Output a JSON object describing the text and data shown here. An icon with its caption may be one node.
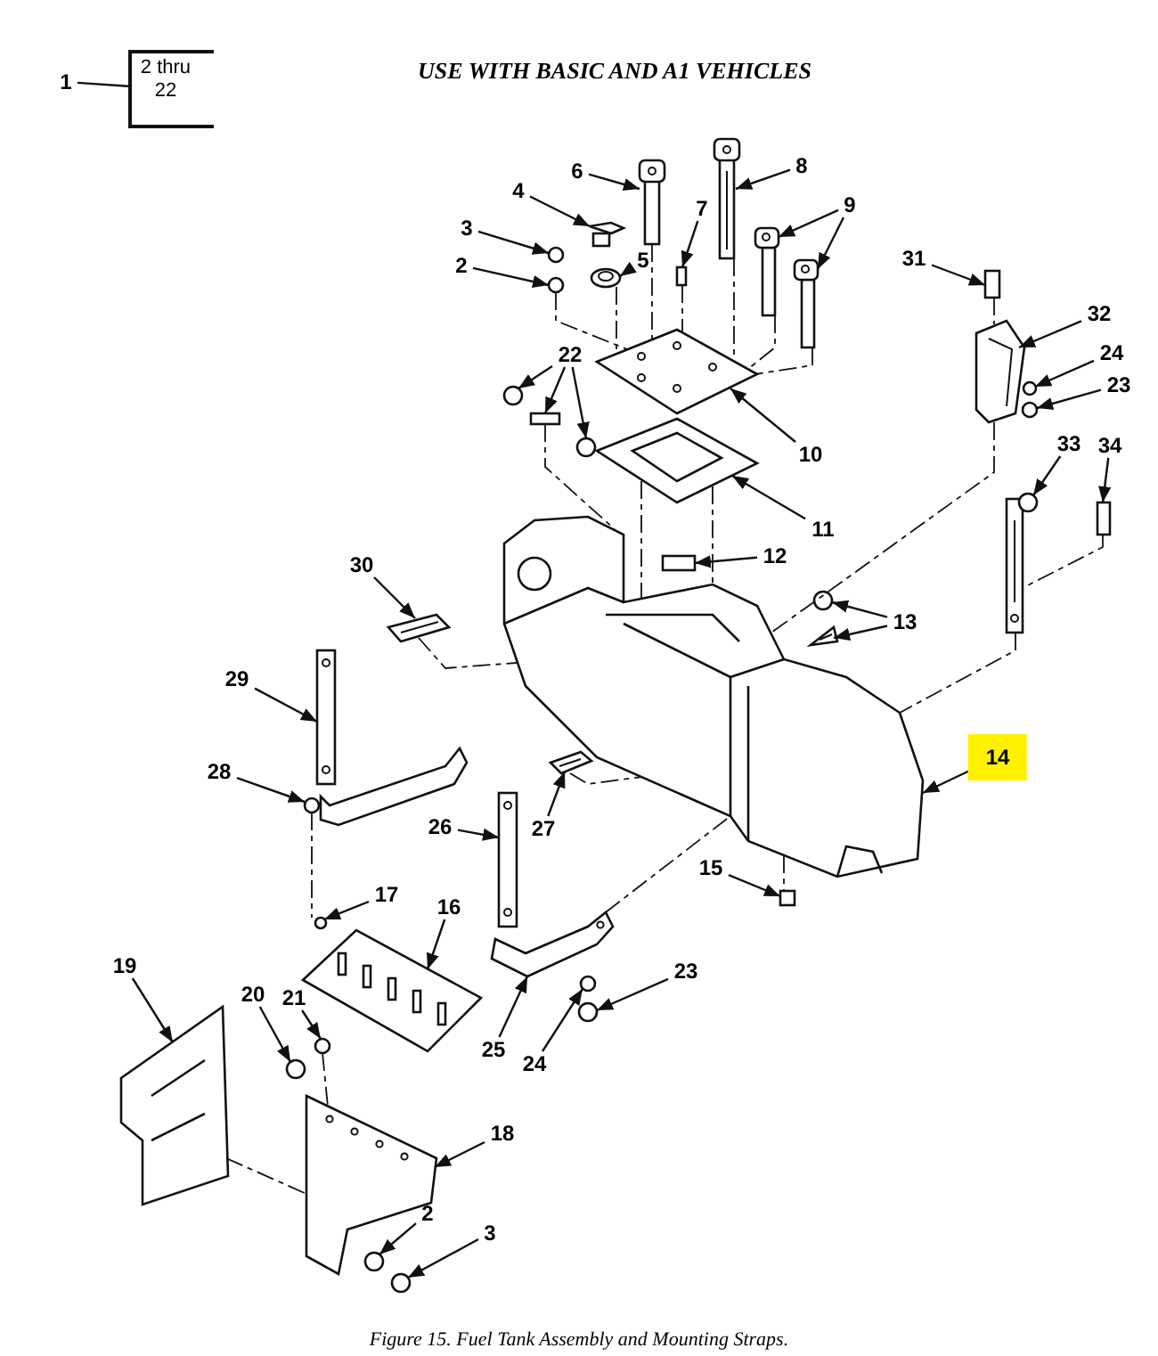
{
  "diagram": {
    "title": "USE WITH BASIC AND A1 VEHICLES",
    "caption": "Figure 15. Fuel Tank Assembly and Mounting Straps.",
    "nodes": [
      {
        "text": [
          "1"
        ]
      },
      {
        "text": [
          "2 thru 22"
        ]
      },
      {
        "text": [
          "6"
        ]
      },
      {
        "text": [
          "8"
        ]
      },
      {
        "text": [
          "4"
        ]
      },
      {
        "text": [
          "9"
        ]
      },
      {
        "text": [
          "7"
        ]
      },
      {
        "text": [
          "3"
        ]
      },
      {
        "text": [
          "5"
        ]
      },
      {
        "text": [
          "2"
        ]
      },
      {
        "text": [
          "31"
        ]
      },
      {
        "text": [
          "32"
        ]
      },
      {
        "text": [
          "22"
        ]
      },
      {
        "text": [
          "24"
        ]
      },
      {
        "text": [
          "23"
        ]
      },
      {
        "text": [
          "10"
        ]
      },
      {
        "text": [
          "33"
        ]
      },
      {
        "text": [
          "34"
        ]
      },
      {
        "text": [
          "11"
        ]
      },
      {
        "text": [
          "12"
        ]
      },
      {
        "text": [
          "30"
        ]
      },
      {
        "text": [
          "13"
        ]
      },
      {
        "text": [
          "29"
        ]
      },
      {
        "text": [
          "14"
        ]
      },
      {
        "text": [
          "28"
        ]
      },
      {
        "text": [
          "26"
        ]
      },
      {
        "text": [
          "27"
        ]
      },
      {
        "text": [
          "15"
        ]
      },
      {
        "text": [
          "17"
        ]
      },
      {
        "text": [
          "16"
        ]
      },
      {
        "text": [
          "19"
        ]
      },
      {
        "text": [
          "23"
        ]
      },
      {
        "text": [
          "20"
        ]
      },
      {
        "text": [
          "21"
        ]
      },
      {
        "text": [
          "25"
        ]
      },
      {
        "text": [
          "24"
        ]
      },
      {
        "text": [
          "18"
        ]
      },
      {
        "text": [
          "2"
        ]
      },
      {
        "text": [
          "3"
        ]
      },
      {
        "text": [],
        "shape": "picture"
      },
      {
        "text": [],
        "shape": "picture"
      },
      {
        "text": [],
        "shape": "picture"
      },
      {
        "text": [],
        "shape": "picture"
      },
      {
        "text": [],
        "shape": "picture"
      },
      {
        "text": [],
        "shape": "box"
      },
      {
        "text": [],
        "shape": "circle"
      },
      {
        "text": [],
        "shape": "picture"
      },
      {
        "text": [],
        "shape": "circle"
      },
      {
        "text": [],
        "shape": "box"
      },
      {
        "text": [],
        "shape": "picture"
      },
      {
        "text": [],
        "shape": "circle"
      },
      {
        "text": [],
        "shape": "box"
      },
      {
        "text": [],
        "shape": "circle"
      },
      {
        "text": [],
        "shape": "circle"
      },
      {
        "text": [],
        "shape": "circle"
      },
      {
        "text": [],
        "shape": "picture"
      },
      {
        "text": [],
        "shape": "picture"
      },
      {
        "text": [],
        "shape": "box"
      },
      {
        "text": [],
        "shape": "picture"
      },
      {
        "text": [],
        "shape": "box"
      },
      {
        "text": [],
        "shape": "picture"
      },
      {
        "text": [],
        "shape": "circle"
      },
      {
        "text": [],
        "shape": "picture"
      },
      {
        "text": [],
        "shape": "picture"
      },
      {
        "text": [],
        "shape": "picture"
      },
      {
        "text": [],
        "shape": "circle"
      },
      {
        "text": [],
        "shape": "picture"
      },
      {
        "text": [],
        "shape": "picture"
      },
      {
        "text": [],
        "shape": "box"
      },
      {
        "text": [],
        "shape": "circle"
      },
      {
        "text": [],
        "shape": "picture"
      },
      {
        "text": [],
        "shape": "picture"
      },
      {
        "text": [],
        "shape": "circle"
      },
      {
        "text": [],
        "shape": "circle"
      },
      {
        "text": [],
        "shape": "circle"
      },
      {
        "text": [],
        "shape": "picture"
      },
      {
        "text": [],
        "shape": "circle"
      },
      {
        "text": [],
        "shape": "picture"
      },
      {
        "text": [],
        "shape": "circle"
      },
      {
        "text": [],
        "shape": "circle"
      }
    ],
    "edges": [
      {
        "from": 0,
        "to": 1,
        "arrow": "none"
      },
      {
        "from": 2,
        "to": 39,
        "arrow": "to"
      },
      {
        "from": 3,
        "to": 40,
        "arrow": "to"
      },
      {
        "from": 4,
        "to": 41,
        "arrow": "to"
      },
      {
        "from": 5,
        "to": 42,
        "arrow": "to"
      },
      {
        "from": 5,
        "to": 43,
        "arrow": "to"
      },
      {
        "from": 6,
        "to": 44,
        "arrow": "to"
      },
      {
        "from": 7,
        "to": 45,
        "arrow": "to"
      },
      {
        "from": 8,
        "to": 46,
        "arrow": "to"
      },
      {
        "from": 9,
        "to": 47,
        "arrow": "to"
      },
      {
        "from": 10,
        "to": 48,
        "arrow": "to"
      },
      {
        "from": 11,
        "to": 49,
        "arrow": "to"
      },
      {
        "from": 12,
        "to": 50,
        "arrow": "to"
      },
      {
        "from": 12,
        "to": 51,
        "arrow": "to"
      },
      {
        "from": 12,
        "to": 52,
        "arrow": "to"
      },
      {
        "from": 13,
        "to": 53,
        "arrow": "to"
      },
      {
        "from": 14,
        "to": 54,
        "arrow": "to"
      },
      {
        "from": 15,
        "to": 55,
        "arrow": "to"
      },
      {
        "from": 16,
        "to": 56,
        "arrow": "to"
      },
      {
        "from": 17,
        "to": 57,
        "arrow": "to"
      },
      {
        "from": 18,
        "to": 58,
        "arrow": "to"
      },
      {
        "from": 19,
        "to": 59,
        "arrow": "to"
      },
      {
        "from": 20,
        "to": 60,
        "arrow": "to"
      },
      {
        "from": 21,
        "to": 61,
        "arrow": "to"
      },
      {
        "from": 21,
        "to": 62,
        "arrow": "to"
      },
      {
        "from": 22,
        "to": 63,
        "arrow": "to"
      },
      {
        "from": 23,
        "to": 64,
        "arrow": "to"
      },
      {
        "from": 24,
        "to": 65,
        "arrow": "to"
      },
      {
        "from": 25,
        "to": 66,
        "arrow": "to"
      },
      {
        "from": 26,
        "to": 67,
        "arrow": "to"
      },
      {
        "from": 27,
        "to": 68,
        "arrow": "to"
      },
      {
        "from": 28,
        "to": 69,
        "arrow": "to"
      },
      {
        "from": 29,
        "to": 70,
        "arrow": "to"
      },
      {
        "from": 30,
        "to": 71,
        "arrow": "to"
      },
      {
        "from": 31,
        "to": 72,
        "arrow": "to"
      },
      {
        "from": 32,
        "to": 73,
        "arrow": "to"
      },
      {
        "from": 33,
        "to": 74,
        "arrow": "to"
      },
      {
        "from": 34,
        "to": 75,
        "arrow": "to"
      },
      {
        "from": 35,
        "to": 76,
        "arrow": "to"
      },
      {
        "from": 36,
        "to": 77,
        "arrow": "to"
      },
      {
        "from": 37,
        "to": 78,
        "arrow": "to"
      },
      {
        "from": 38,
        "to": 79,
        "arrow": "to"
      },
      {
        "from": 47,
        "to": 55,
        "arrow": "none",
        "style": "dashed"
      },
      {
        "from": 46,
        "to": 55,
        "arrow": "none",
        "style": "dashed"
      },
      {
        "from": 39,
        "to": 55,
        "arrow": "none",
        "style": "dashed"
      },
      {
        "from": 44,
        "to": 55,
        "arrow": "none",
        "style": "dashed"
      },
      {
        "from": 40,
        "to": 55,
        "arrow": "none",
        "style": "dashed"
      },
      {
        "from": 42,
        "to": 55,
        "arrow": "none",
        "style": "dashed"
      },
      {
        "from": 43,
        "to": 55,
        "arrow": "none",
        "style": "dashed"
      },
      {
        "from": 58,
        "to": 64,
        "arrow": "none",
        "style": "dashed"
      },
      {
        "from": 58,
        "to": 64,
        "arrow": "none",
        "style": "dashed"
      },
      {
        "from": 51,
        "to": 64,
        "arrow": "none",
        "style": "dashed"
      },
      {
        "from": 48,
        "to": 49,
        "arrow": "none",
        "style": "dashed"
      },
      {
        "from": 49,
        "to": 64,
        "arrow": "none",
        "style": "dashed"
      },
      {
        "from": 56,
        "to": 64,
        "arrow": "none",
        "style": "dashed"
      },
      {
        "from": 57,
        "to": 56,
        "arrow": "none",
        "style": "dashed"
      },
      {
        "from": 60,
        "to": 64,
        "arrow": "none",
        "style": "dashed"
      },
      {
        "from": 67,
        "to": 64,
        "arrow": "none",
        "style": "dashed"
      },
      {
        "from": 65,
        "to": 69,
        "arrow": "none",
        "style": "dashed"
      },
      {
        "from": 64,
        "to": 68,
        "arrow": "none",
        "style": "dashed"
      },
      {
        "from": 75,
        "to": 64,
        "arrow": "none",
        "style": "dashed"
      },
      {
        "from": 74,
        "to": 77,
        "arrow": "none",
        "style": "dashed"
      },
      {
        "from": 71,
        "to": 77,
        "arrow": "none",
        "style": "dashed"
      }
    ]
  }
}
